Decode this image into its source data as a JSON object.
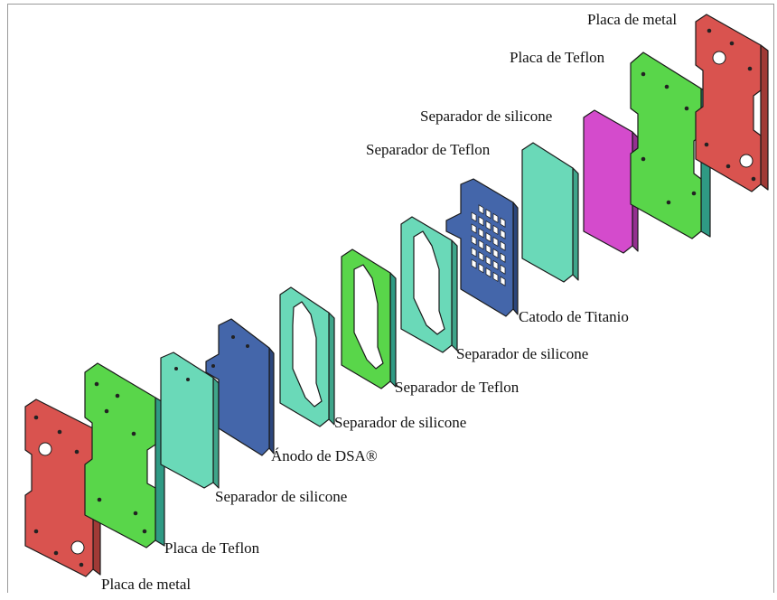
{
  "colors": {
    "metal": "#d9534f",
    "metal_side": "#a03a36",
    "teflon_green": "#59d64a",
    "teflon_side": "#2f9a84",
    "separator_teal": "#6ad9b8",
    "separator_side": "#3fa58a",
    "anode_blue": "#4466aa",
    "anode_side": "#2c467c",
    "silicone_magenta": "#d44bcc",
    "silicone_side": "#943090"
  },
  "labels": {
    "metal_left": "Placa de metal",
    "teflon_left": "Placa de Teflon",
    "separator_silicone_1": "Separador de silicone",
    "anode": "Ánodo de DSA®",
    "separator_silicone_2": "Separador de silicone",
    "separator_teflon_1": "Separador de Teflon",
    "separator_silicone_3": "Separador de silicone",
    "cathode": "Catodo de Titanio",
    "separator_teflon_2": "Separador de Teflon",
    "separator_silicone_4": "Separador de silicone",
    "teflon_right": "Placa de Teflon",
    "metal_right": "Placa de metal"
  }
}
